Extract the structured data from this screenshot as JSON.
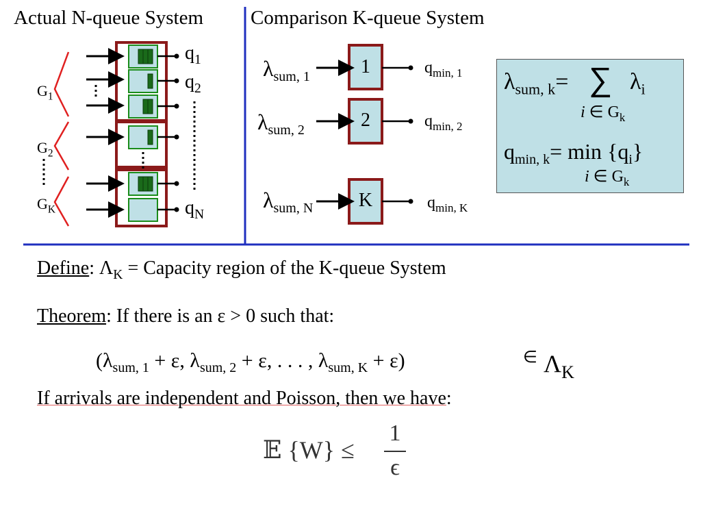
{
  "left_panel": {
    "title": "Actual N-queue System",
    "groups": [
      {
        "base": "G",
        "sub": "1"
      },
      {
        "base": "G",
        "sub": "2"
      },
      {
        "base": "G",
        "sub": "K"
      }
    ],
    "outputs": [
      {
        "base": "q",
        "sub": "1"
      },
      {
        "base": "q",
        "sub": "2"
      },
      {
        "base": "q",
        "sub": "N"
      }
    ]
  },
  "right_panel": {
    "title": "Comparison K-queue System",
    "servers": [
      {
        "label": "1",
        "input_base": "λ",
        "input_sub": "sum, 1",
        "output_base": "q",
        "output_sub": "min, 1"
      },
      {
        "label": "2",
        "input_base": "λ",
        "input_sub": "sum, 2",
        "output_base": "q",
        "output_sub": "min, 2"
      },
      {
        "label": "K",
        "input_base": "λ",
        "input_sub": "sum, N",
        "output_base": "q",
        "output_sub": "min, K"
      }
    ],
    "formula_box": {
      "line1_lhs_base": "λ",
      "line1_lhs_sub": "sum, k",
      "equals": "=",
      "sum_symbol": "∑",
      "line1_rhs_base": "λ",
      "line1_rhs_sub": "i",
      "index1": "i",
      "index1_member": "∈",
      "index1_set_base": "G",
      "index1_set_sub": "k",
      "line2_lhs_base": "q",
      "line2_lhs_sub": "min, k",
      "line2_rhs": "= min  {q",
      "line2_rhs_sub": "i",
      "line2_close": "}",
      "index2": "i",
      "index2_member": "∈",
      "index2_set_base": "G",
      "index2_set_sub": "k"
    }
  },
  "body": {
    "define_label": "Define",
    "define_text_pre": ": Λ",
    "define_sub": "K",
    "define_text_post": " = Capacity region of the K-queue System",
    "theorem_label": "Theorem",
    "theorem_text": ":  If there is an ε > 0 such that:",
    "vector": {
      "open": "(λ",
      "sub1": "sum, 1",
      "mid1": " + ε, λ",
      "sub2": "sum, 2",
      "mid2": " + ε, . . . , λ",
      "sub3": "sum, K",
      "close": " + ε)",
      "member": "∈",
      "region_base": "Λ",
      "region_sub": "K"
    },
    "poisson_text": "If arrivals are independent and Poisson, then we have",
    "poisson_colon": ":",
    "bound": {
      "lhs": "𝔼 {W} ≤",
      "numerator": "1",
      "denominator": "ϵ"
    }
  },
  "colors": {
    "divider": "#1f2fbf",
    "box_border": "#8b1a1a",
    "queue_border": "#1a8c1a",
    "queue_fill": "#bfe0e6",
    "packet": "#1a6a1a",
    "bracket": "#e02020"
  }
}
